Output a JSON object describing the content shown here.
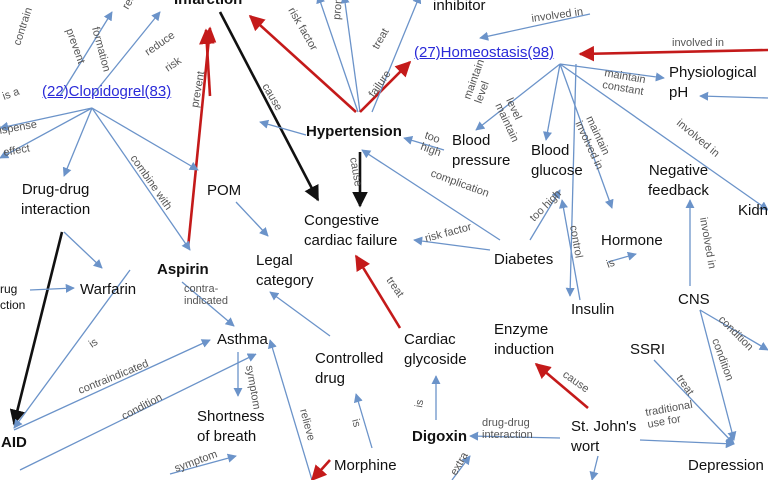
{
  "colors": {
    "blue_edge": "#6b93c9",
    "red_edge": "#c41a1a",
    "black_edge": "#111111",
    "link": "#2a2ad8"
  },
  "nodes": {
    "infarction": "Infarction",
    "inhibitor": "inhibitor",
    "homeostasis": "(27)Homeostasis(98)",
    "clopidogrel": "(22)Clopidogrel(83)",
    "physiological_ph": "Physiological\npH",
    "hypertension": "Hypertension",
    "blood_pressure": "Blood\npressure",
    "blood_glucose": "Blood\nglucose",
    "negative_feedback": "Negative\nfeedback",
    "kidney": "Kidn",
    "drug_drug_interaction": "Drug-drug\ninteraction",
    "pom": "POM",
    "congestive_cardiac_failure": "Congestive\ncardiac failure",
    "hormone": "Hormone",
    "aspirin": "Aspirin",
    "legal_category": "Legal\ncategory",
    "diabetes": "Diabetes",
    "warfarin": "Warfarin",
    "cns": "CNS",
    "insulin": "Insulin",
    "asthma": "Asthma",
    "enzyme_induction": "Enzyme\ninduction",
    "cardiac_glycoside": "Cardiac\nglycoside",
    "controlled_drug": "Controlled\ndrug",
    "ssri": "SSRI",
    "shortness_of_breath": "Shortness\nof breath",
    "digoxin": "Digoxin",
    "st_johns_wort": "St. John's\nwort",
    "nsaid": "AID",
    "morphine": "Morphine",
    "depression": "Depression",
    "drug_left": "rug",
    "action_left": "ction"
  },
  "edge_labels": {
    "contrain": "contrain",
    "prevent": "prevent",
    "formation": "formation",
    "redu": "redu",
    "reduce": "reduce",
    "risk": "risk",
    "risk_factor_top": "risk factor",
    "promote": "promote",
    "treat_top": "treat",
    "involved_in_top": "involved in",
    "involved_in_right": "involved in",
    "maintain_constant": "maintain\nconstant",
    "risk_factor_ht": "risk factor",
    "failure": "failure",
    "maintain_level_bp": "maintain\nlevel",
    "level_maintain_bg": "level\nmaintain",
    "maintain_involved": "maintain\ninvolved in",
    "involved_in_diag": "involved in",
    "is_a": "is a",
    "ispense": "ispense",
    "effect": "effect",
    "cause_mi": "cause",
    "prevent_aspirin": "prevent",
    "combine_with": "combine with",
    "too_high": "too\nhigh",
    "cause_ht": "cause",
    "complication": "complication",
    "too_high_diab": "too high",
    "control": "control",
    "risk_factor_diab": "risk factor",
    "is_insulin": "is",
    "involved_in_cns": "involved in",
    "contra_indicated": "contra-\nindicated",
    "treat_cg": "treat",
    "is_ddi": "is",
    "contraindicated": "contraindicated",
    "symptom_asthma": "symptom",
    "condition_nsaid": "condition",
    "symptom_bottom": "symptom",
    "relieve": "relieve",
    "is_cd": "is",
    "is_dig": "is",
    "cause_sjw": "cause",
    "drug_drug_interaction_edge": "drug-drug\ninteraction",
    "treat_ssri": "treat",
    "traditional_use_for": "traditional\nuse for",
    "condition_cns": "condition",
    "condition_right": "condition",
    "extra": "extra"
  }
}
